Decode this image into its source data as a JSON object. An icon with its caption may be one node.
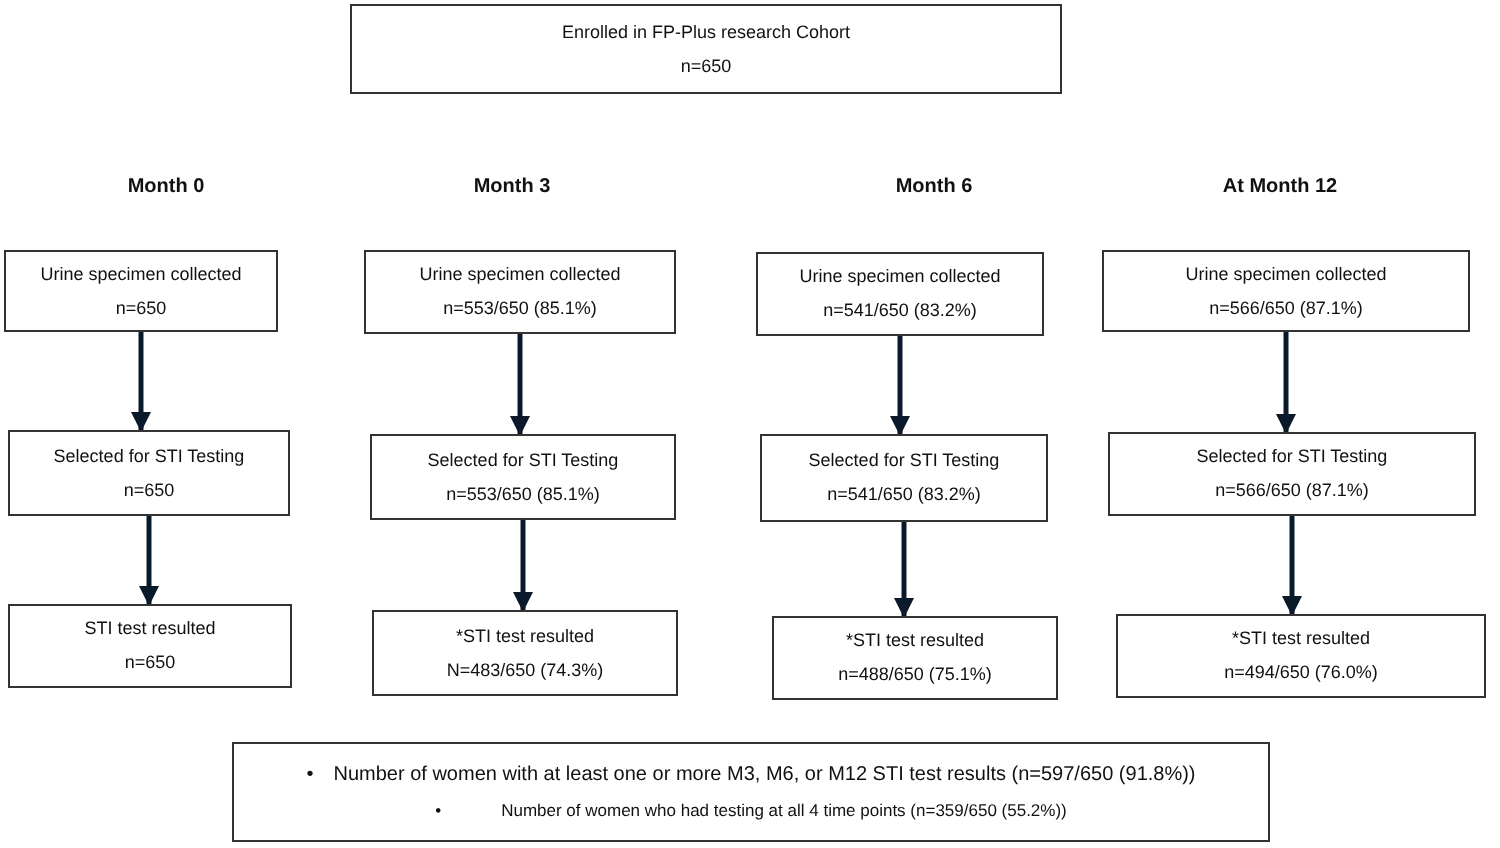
{
  "diagram": {
    "nodes": [
      {
        "text": [
          "Enrolled in FP-Plus research Cohort",
          "n=650"
        ]
      },
      {
        "text": [
          "Urine specimen collected",
          "n=650"
        ]
      },
      {
        "text": [
          "Selected for STI Testing",
          "n=650"
        ]
      },
      {
        "text": [
          "STI test resulted",
          "n=650"
        ]
      },
      {
        "text": [
          "Urine specimen collected",
          "n=553/650 (85.1%)"
        ]
      },
      {
        "text": [
          "Selected for STI Testing",
          "n=553/650 (85.1%)"
        ]
      },
      {
        "text": [
          "*STI test resulted",
          "N=483/650 (74.3%)"
        ]
      },
      {
        "text": [
          "Urine specimen collected",
          "n=541/650 (83.2%)"
        ]
      },
      {
        "text": [
          "Selected for STI Testing",
          "n=541/650 (83.2%)"
        ]
      },
      {
        "text": [
          "*STI test resulted",
          "n=488/650 (75.1%)"
        ]
      },
      {
        "text": [
          "Urine specimen collected",
          "n=566/650 (87.1%)"
        ]
      },
      {
        "text": [
          "Selected for STI Testing",
          "n=566/650 (87.1%)"
        ]
      },
      {
        "text": [
          "*STI test resulted",
          "n=494/650 (76.0%)"
        ]
      },
      {
        "text": [
          "•",
          "Number of women with at least one or more M3, M6, or M12 STI test results (n=597/650 (91.8%))",
          "•",
          "Number of women who had testing at all 4 time points (n=359/650 (55.2%))"
        ]
      }
    ],
    "edges": [
      {
        "from": 1,
        "to": 2,
        "arrow": "to"
      },
      {
        "from": 2,
        "to": 3,
        "arrow": "to"
      },
      {
        "from": 4,
        "to": 5,
        "arrow": "to"
      },
      {
        "from": 5,
        "to": 6,
        "arrow": "to"
      },
      {
        "from": 7,
        "to": 8,
        "arrow": "to"
      },
      {
        "from": 8,
        "to": 9,
        "arrow": "to"
      },
      {
        "from": 10,
        "to": 11,
        "arrow": "to"
      },
      {
        "from": 11,
        "to": 12,
        "arrow": "to"
      }
    ],
    "labels": [
      "Month 0",
      "Month 3",
      "Month 6",
      "At Month 12"
    ]
  }
}
